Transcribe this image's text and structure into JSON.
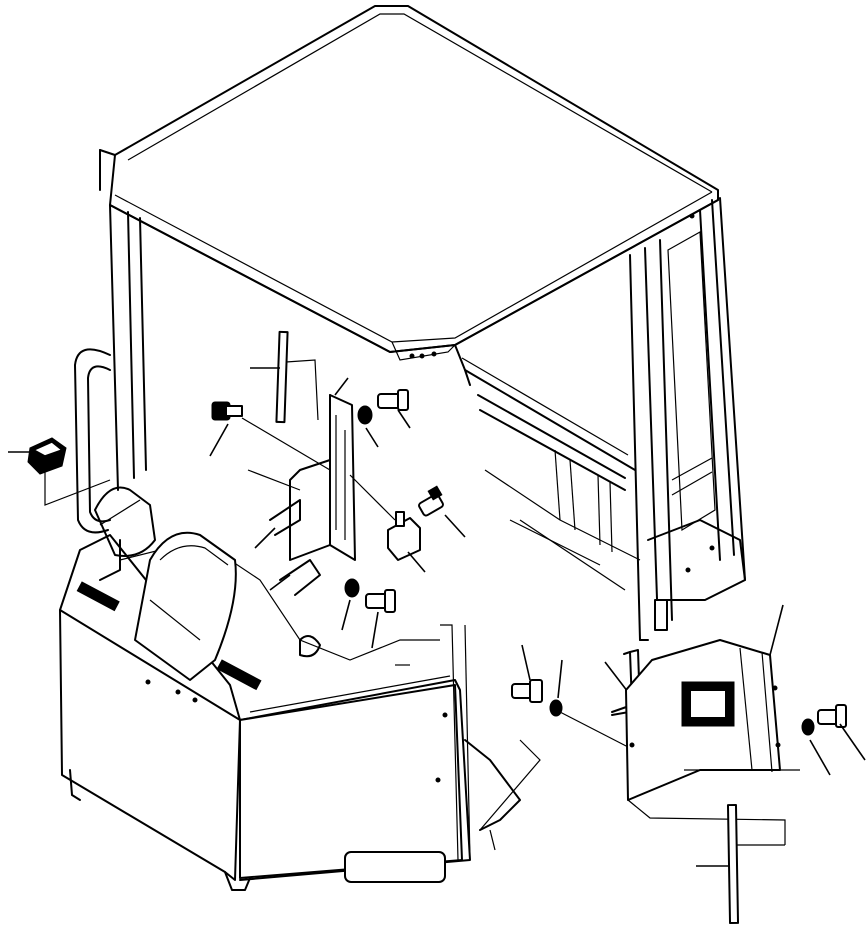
{
  "diagram": {
    "subject": "cab-assembly-exploded-view",
    "line_color": "#000000",
    "background_color": "#ffffff",
    "parts": [
      {
        "name": "cab-frame"
      },
      {
        "name": "roof-panel"
      },
      {
        "name": "front-dashboard-console"
      },
      {
        "name": "seat"
      },
      {
        "name": "steering-column"
      },
      {
        "name": "left-grab-handle"
      },
      {
        "name": "switch"
      },
      {
        "name": "left-bracket-plate"
      },
      {
        "name": "strip-left"
      },
      {
        "name": "bolt"
      },
      {
        "name": "washer"
      },
      {
        "name": "clip-bracket"
      },
      {
        "name": "sensor-plug"
      },
      {
        "name": "right-cover-plate"
      },
      {
        "name": "strip-right"
      },
      {
        "name": "gasket-strip"
      }
    ]
  }
}
